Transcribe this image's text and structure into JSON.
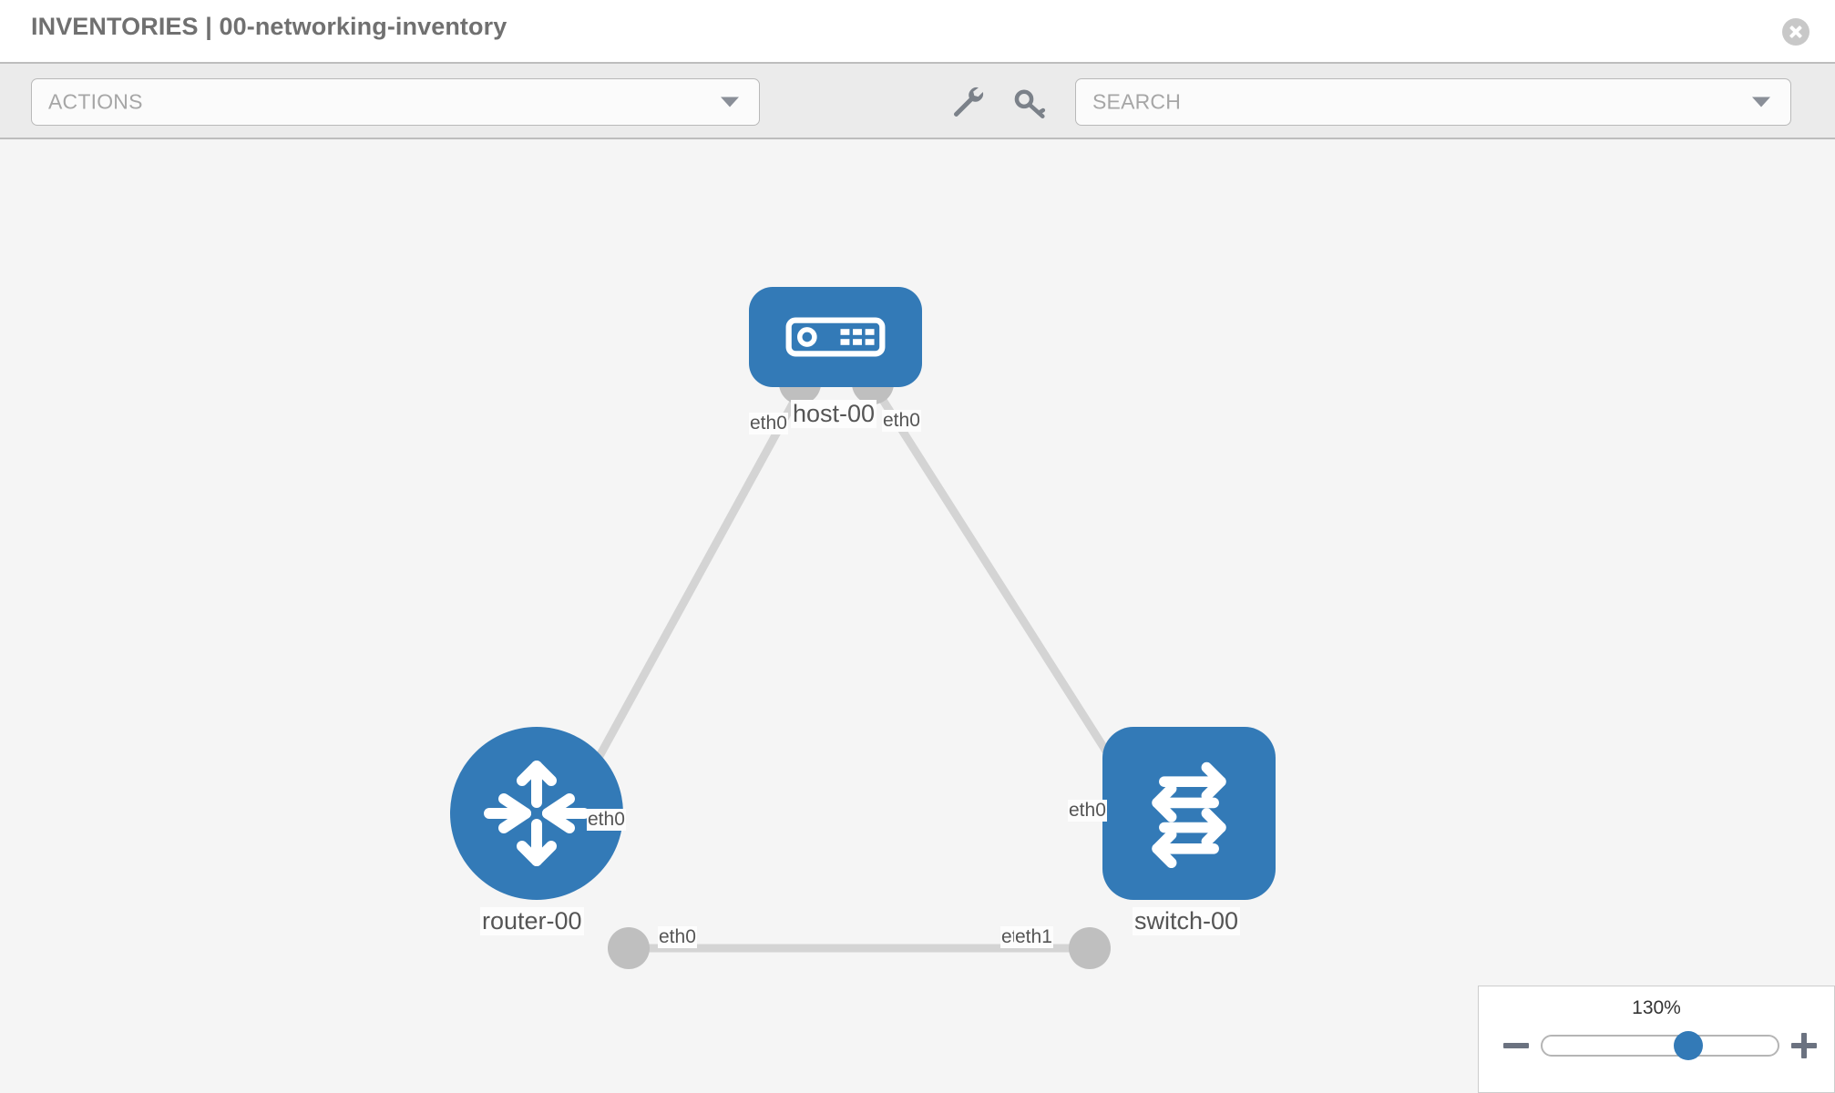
{
  "header": {
    "title": "INVENTORIES | 00-networking-inventory",
    "close_icon": "close-circle-icon"
  },
  "toolbar": {
    "actions_label": "ACTIONS",
    "actions_caret_icon": "chevron-down-icon",
    "wrench_icon": "wrench-icon",
    "key_icon": "key-icon",
    "search_placeholder": "SEARCH",
    "search_caret_icon": "chevron-down-icon"
  },
  "topology": {
    "nodes": [
      {
        "id": "host-00",
        "label": "host-00",
        "type": "host",
        "icon": "server-icon",
        "color": "#337ab7"
      },
      {
        "id": "router-00",
        "label": "router-00",
        "type": "router",
        "icon": "router-arrows-icon",
        "color": "#337ab7"
      },
      {
        "id": "switch-00",
        "label": "switch-00",
        "type": "switch",
        "icon": "switch-arrows-icon",
        "color": "#337ab7"
      }
    ],
    "links": [
      {
        "from": "host-00",
        "from_iface": "eth0",
        "to": "router-00",
        "to_iface": "eth0"
      },
      {
        "from": "host-00",
        "from_iface": "eth0",
        "to": "switch-00",
        "to_iface": "eth0"
      },
      {
        "from": "router-00",
        "from_iface": "eth0",
        "to": "switch-00",
        "to_iface": "eth1"
      }
    ],
    "interface_labels": {
      "host_left": "eth0",
      "host_right": "eth0",
      "router_up": "eth0",
      "switch_up": "eth0",
      "router_out": "eth0",
      "switch_in_overlap_a": "eth",
      "switch_in_overlap_b": "eth1"
    },
    "colors": {
      "node_blue": "#337ab7",
      "link_gray": "#d4d4d4",
      "endpoint_gray": "#bfbfbf",
      "canvas_bg": "#f5f5f5"
    }
  },
  "zoom_control": {
    "value": "130%",
    "minus_label": "minus-icon",
    "plus_label": "plus-icon",
    "thumb_position_percent": 62
  }
}
